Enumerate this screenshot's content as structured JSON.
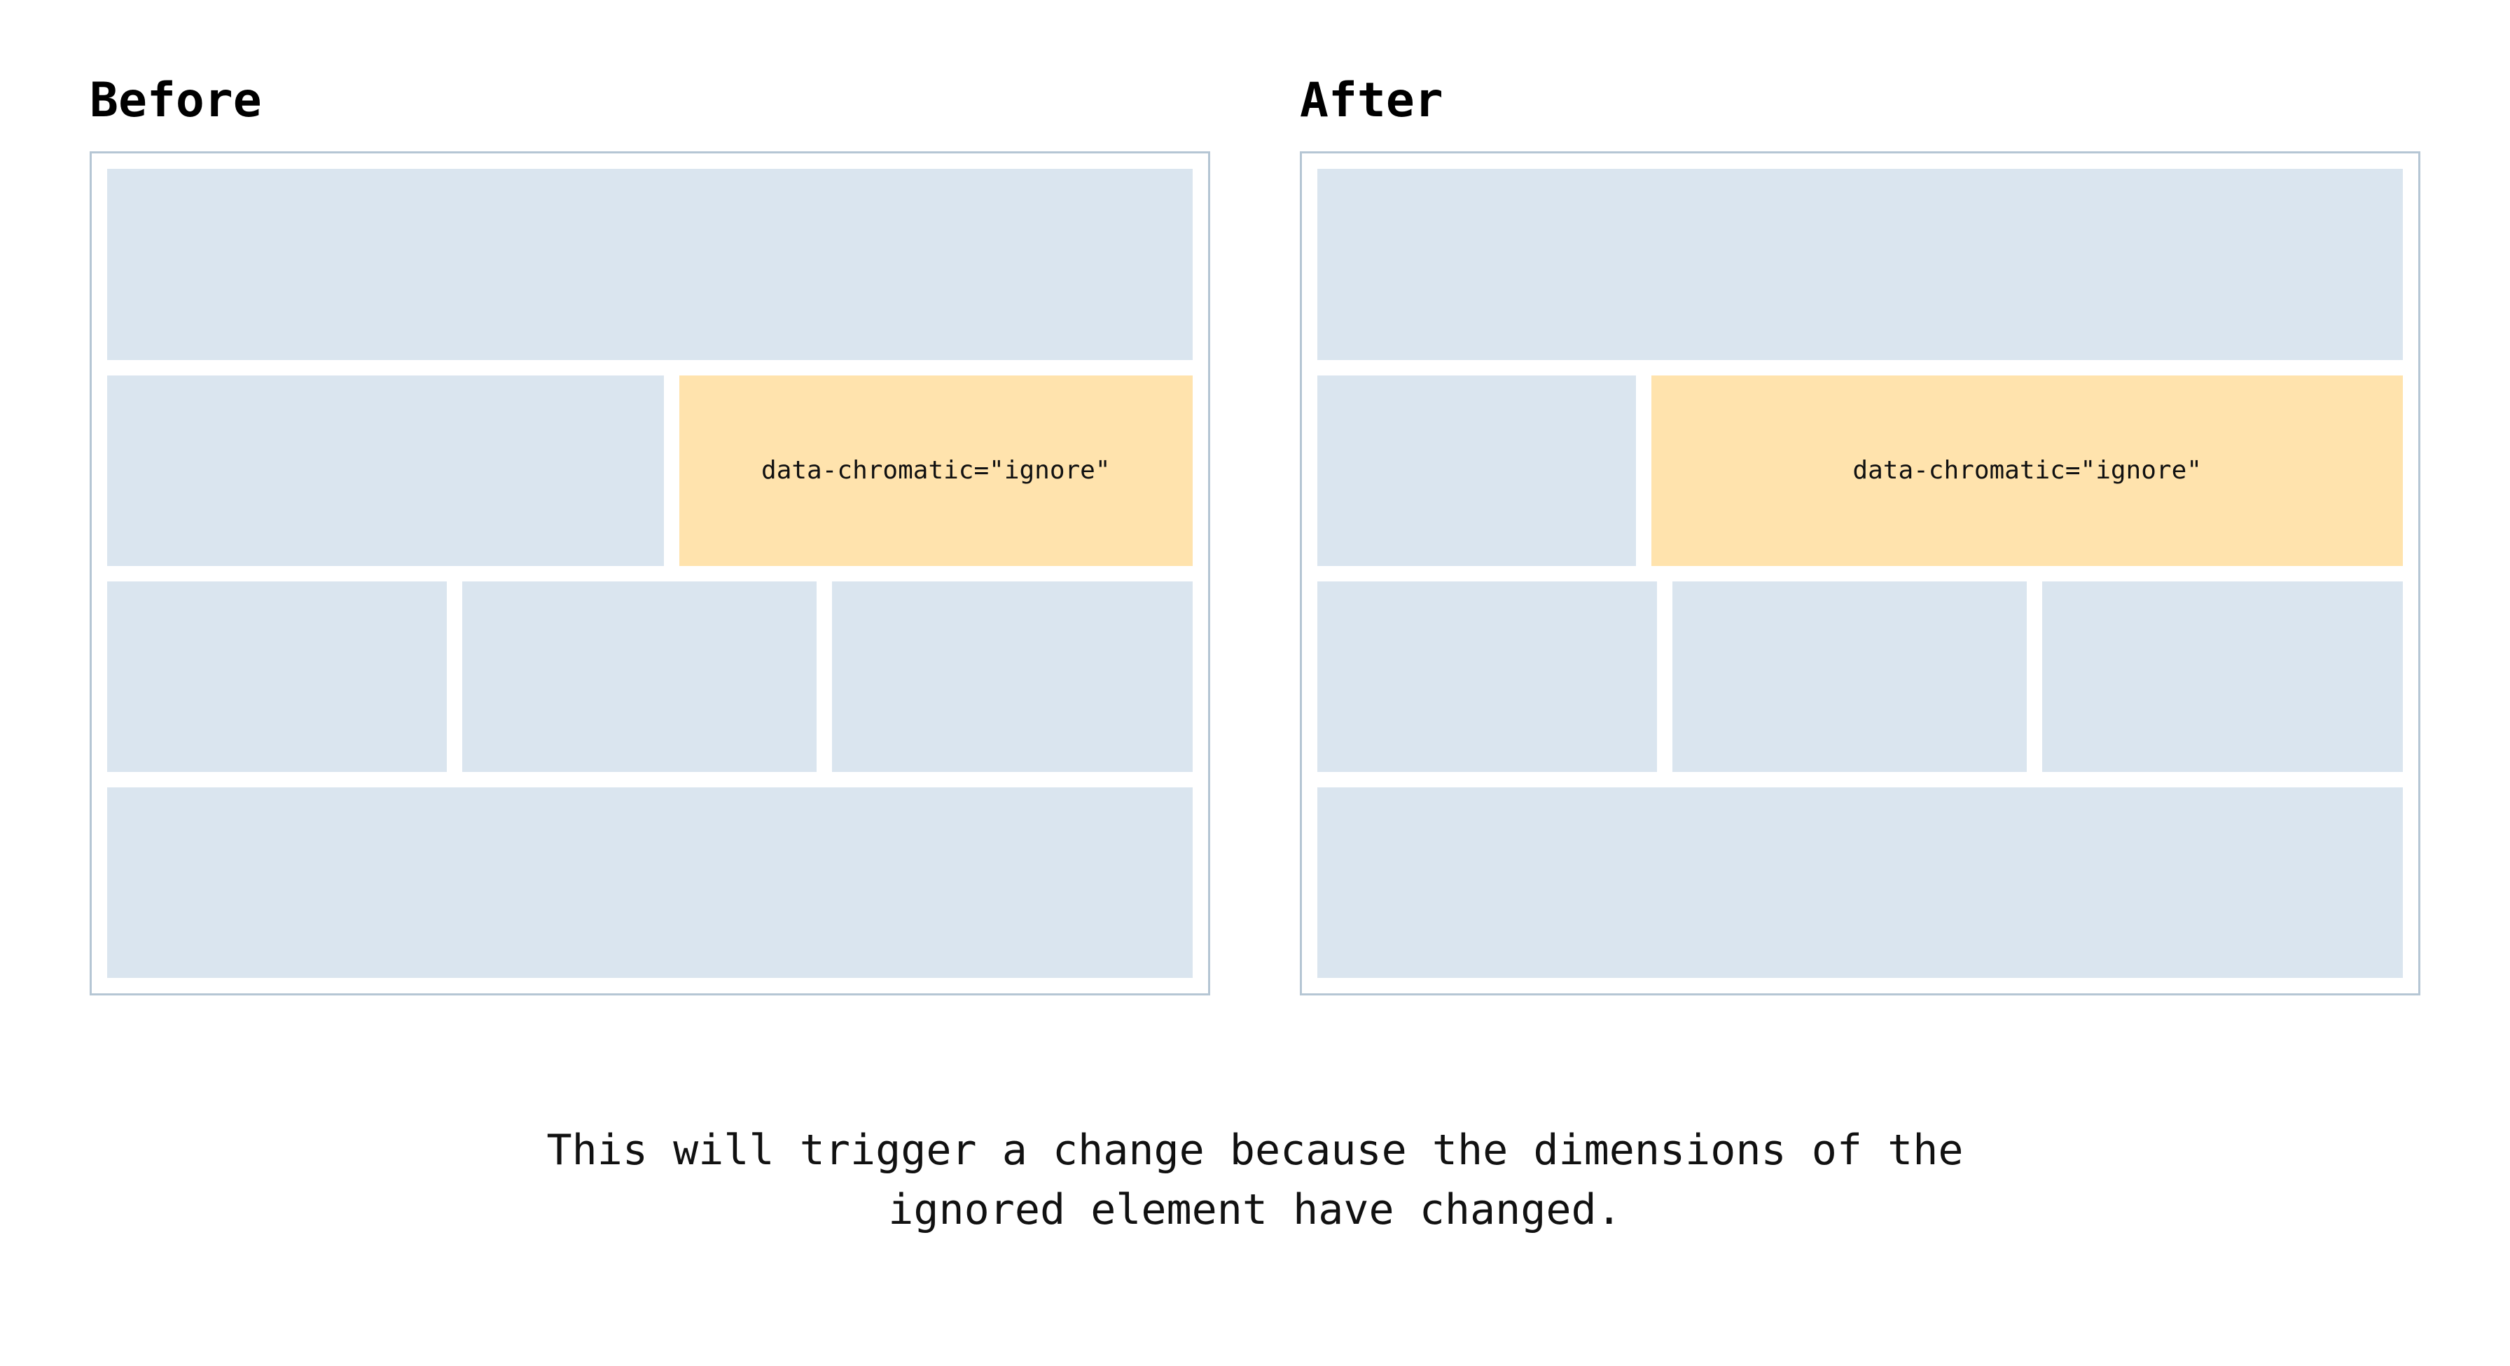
{
  "colors": {
    "page_background": "#ffffff",
    "panel_border": "#b5c6d4",
    "placeholder_block": "#dae5ef",
    "ignored_block": "#ffe3ad",
    "text": "#111111",
    "heading": "#000000"
  },
  "comparison": {
    "before": {
      "heading": "Before",
      "rows": [
        {
          "type": "hero",
          "blocks": [
            {
              "kind": "placeholder",
              "label": ""
            }
          ]
        },
        {
          "type": "split",
          "blocks": [
            {
              "kind": "placeholder",
              "label": ""
            },
            {
              "kind": "ignored",
              "label": "data-chromatic=\"ignore\""
            }
          ]
        },
        {
          "type": "triple",
          "blocks": [
            {
              "kind": "placeholder",
              "label": ""
            },
            {
              "kind": "placeholder",
              "label": ""
            },
            {
              "kind": "placeholder",
              "label": ""
            }
          ]
        },
        {
          "type": "foot",
          "blocks": [
            {
              "kind": "placeholder",
              "label": ""
            }
          ]
        }
      ]
    },
    "after": {
      "heading": "After",
      "rows": [
        {
          "type": "hero",
          "blocks": [
            {
              "kind": "placeholder",
              "label": ""
            }
          ]
        },
        {
          "type": "split",
          "blocks": [
            {
              "kind": "placeholder",
              "label": ""
            },
            {
              "kind": "ignored",
              "label": "data-chromatic=\"ignore\""
            }
          ]
        },
        {
          "type": "triple",
          "blocks": [
            {
              "kind": "placeholder",
              "label": ""
            },
            {
              "kind": "placeholder",
              "label": ""
            },
            {
              "kind": "placeholder",
              "label": ""
            }
          ]
        },
        {
          "type": "foot",
          "blocks": [
            {
              "kind": "placeholder",
              "label": ""
            }
          ]
        }
      ]
    }
  },
  "caption": {
    "line1": "This will trigger a change because the dimensions of the",
    "line2": "ignored element have changed."
  }
}
